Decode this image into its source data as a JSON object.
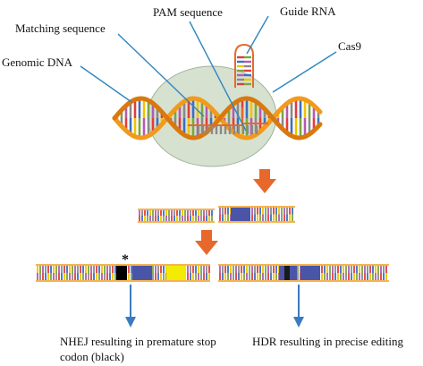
{
  "labels": {
    "pam_sequence": "PAM sequence",
    "guide_rna": "Guide RNA",
    "matching_sequence": "Matching sequence",
    "cas9": "Cas9",
    "genomic_dna": "Genomic DNA",
    "star_marker": "*",
    "nhej_line1": "NHEJ resulting in premature stop",
    "nhej_line2": "codon (black)",
    "hdr": "HDR resulting in precise editing"
  },
  "colors": {
    "pointer_line": "#2e86c1",
    "arrow": "#e8682c",
    "cas9_fill": "#d7e1d0",
    "backbone": "#f29a1b",
    "backbone_dark": "#d9790d",
    "rna": "#e36a2e",
    "stop_codon": "#000000",
    "target_block": "#4a55a8",
    "insert_block": "#f2ea00",
    "down_arrow": "#3a7bbf",
    "rungs": [
      "#e23c3c",
      "#3b6fc4",
      "#f2c200",
      "#7aa641",
      "#b35bb0",
      "#8a8a8a"
    ]
  }
}
